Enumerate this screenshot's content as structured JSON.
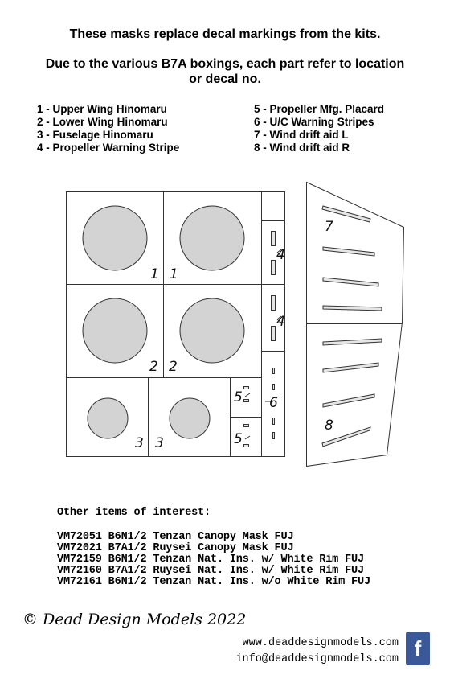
{
  "header": {
    "line1": "These masks replace decal markings from the kits.",
    "line2": "Due to the various B7A boxings, each part refer to location",
    "line3": "or decal no."
  },
  "legend": {
    "left": [
      "1 - Upper Wing Hinomaru",
      "2 - Lower Wing Hinomaru",
      "3 - Fuselage Hinomaru",
      "4 - Propeller Warning Stripe"
    ],
    "right": [
      "5 - Propeller Mfg. Placard",
      "6 - U/C Warning Stripes",
      "7 - Wind drift aid L",
      "8 - Wind drift aid R"
    ]
  },
  "sheet_labels": {
    "upper_left": "1",
    "upper_right": "1",
    "lower_left": "2",
    "lower_right": "2",
    "fus_left": "3",
    "fus_right": "3",
    "prop_top": "4",
    "prop_bottom": "4",
    "placard_top": "5",
    "placard_bottom": "5",
    "uc": "6",
    "drift_l": "7",
    "drift_r": "8"
  },
  "other_items": {
    "title": "Other items of interest:",
    "items": [
      "VM72051 B6N1/2 Tenzan Canopy Mask FUJ",
      "VM72021 B7A1/2 Ruysei Canopy Mask FUJ",
      "VM72159 B6N1/2 Tenzan Nat. Ins. w/ White Rim FUJ",
      "VM72160 B7A1/2 Ruysei Nat. Ins. w/ White Rim FUJ",
      "VM72161 B6N1/2 Tenzan Nat. Ins. w/o White Rim FUJ"
    ]
  },
  "footer": {
    "copyright": "© Dead Design Models 2022",
    "website": "www.deaddesignmodels.com",
    "email": "info@deaddesignmodels.com",
    "facebook_glyph": "f"
  },
  "colors": {
    "mask_fill": "#d3d3d3",
    "outline": "#333333",
    "facebook": "#3b5998"
  }
}
